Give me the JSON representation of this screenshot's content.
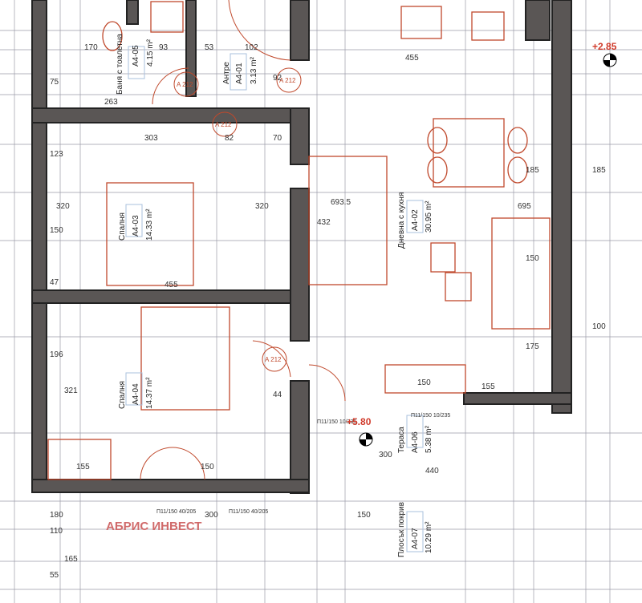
{
  "rooms": [
    {
      "name": "Баня с тоалетна",
      "code": "A4-05",
      "area": "4.15 m²"
    },
    {
      "name": "Антре",
      "code": "A4-01",
      "area": "3.13 m²"
    },
    {
      "name": "Спалня",
      "code": "A4-03",
      "area": "14.33 m²"
    },
    {
      "name": "Спалня",
      "code": "A4-04",
      "area": "14.37 m²"
    },
    {
      "name": "Дневна с кухня",
      "code": "A4-02",
      "area": "30.95 m²"
    },
    {
      "name": "Тераса",
      "code": "A4-06",
      "area": "5.38 m²"
    },
    {
      "name": "Плосък покрив",
      "code": "A4-07",
      "area": "10.29 m²"
    }
  ],
  "levels": {
    "terrace": "+5.80",
    "outside": "+2.85"
  },
  "watermark": "АБРИС ИНВЕСТ",
  "door_tags": [
    "A 212",
    "A 212",
    "A 212",
    "A 212"
  ],
  "window_tags": [
    "П11/150 10/235",
    "П11/150 10/235",
    "П11/150 40/205",
    "П11/150 40/205"
  ],
  "dimensions": {
    "d1": "263",
    "d2": "303",
    "d3": "320",
    "d4": "150",
    "d5": "123",
    "d6": "47",
    "d7": "196",
    "d8": "321",
    "d9": "75",
    "d10": "180",
    "d11": "455",
    "d12": "693.5",
    "d13": "432",
    "d14": "695",
    "d15": "185",
    "d16": "150",
    "d17": "100",
    "d18": "175",
    "d19": "155",
    "d20": "300",
    "d21": "440",
    "d22": "150",
    "d23": "165",
    "d24": "110",
    "d25": "55",
    "d26": "92",
    "d27": "102",
    "d28": "53",
    "d29": "93",
    "d30": "170",
    "d31": "455",
    "d32": "300",
    "d33": "150",
    "d34": "155",
    "d35": "82",
    "d36": "44",
    "d37": "320",
    "d38": "70",
    "d39": "150",
    "d40": "185"
  }
}
